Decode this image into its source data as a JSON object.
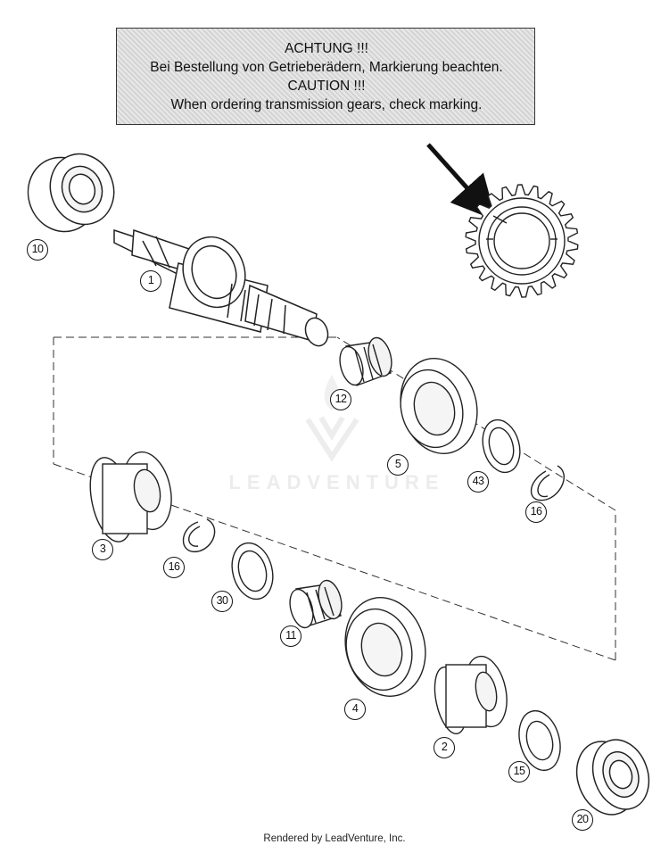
{
  "caution": {
    "line1": "ACHTUNG !!!",
    "line2": "Bei Bestellung von Getrieberädern, Markierung beachten.",
    "line3": "CAUTION !!!",
    "line4": "When ordering transmission gears, check marking."
  },
  "callouts": {
    "c1": "1",
    "c2": "2",
    "c3": "3",
    "c4": "4",
    "c5": "5",
    "c10": "10",
    "c11": "11",
    "c12": "12",
    "c15": "15",
    "c16a": "16",
    "c16b": "16",
    "c20": "20",
    "c30": "30",
    "c43": "43"
  },
  "watermark": "LEADVENTURE",
  "footer": "Rendered by LeadVenture, Inc."
}
